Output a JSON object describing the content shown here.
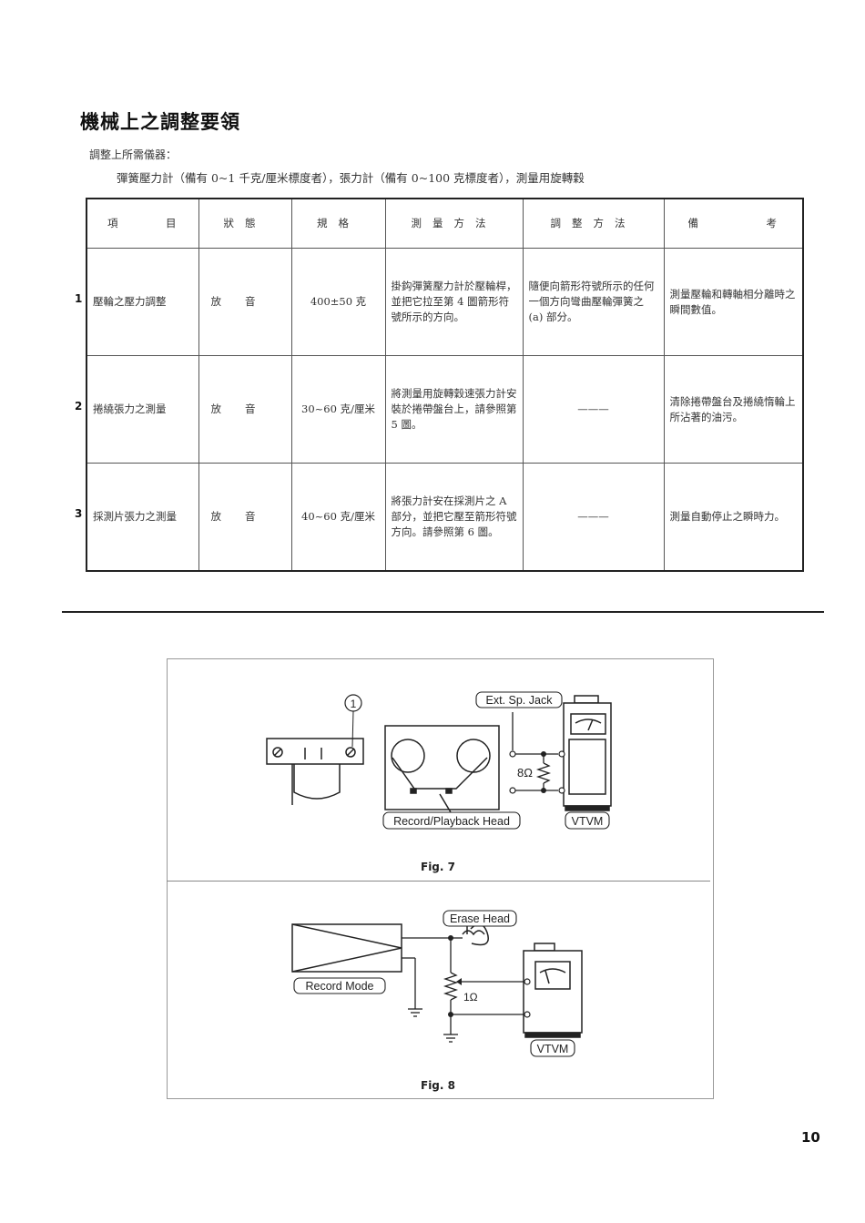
{
  "title": "機械上之調整要領",
  "requirements": {
    "label": "調整上所需儀器：",
    "text": "彈簧壓力計（備有 0~1 千克/厘米標度者），張力計（備有 0~100 克標度者），測量用旋轉穀"
  },
  "table": {
    "headers": {
      "item": [
        "項",
        "目"
      ],
      "state": "狀態",
      "spec": "規格",
      "measure": "測量方法",
      "adjust": "調整方法",
      "note": [
        "備",
        "考"
      ]
    },
    "rows": [
      {
        "num": "1",
        "item": "壓輪之壓力調整",
        "state": "放音",
        "spec": "400±50 克",
        "measure": "掛鈎彈簧壓力計於壓輪桿，並把它拉至第 4 圖箭形符號所示的方向。",
        "adjust": "隨便向箭形符號所示的任何一個方向彎曲壓輪彈簧之 (a) 部分。",
        "note": "測量壓輪和轉軸相分離時之瞬間數值。"
      },
      {
        "num": "2",
        "item": "捲繞張力之測量",
        "state": "放音",
        "spec": "30~60 克/厘米",
        "measure": "將測量用旋轉穀速張力計安裝於捲帶盤台上，請參照第 5 圖。",
        "adjust": "———",
        "note": "清除捲帶盤台及捲繞惰輪上所沾著的油污。"
      },
      {
        "num": "3",
        "item": "採測片張力之測量",
        "state": "放音",
        "spec": "40~60 克/厘米",
        "measure": "將張力計安在採測片之 A 部分，並把它壓至箭形符號方向。請參照第 6 圖。",
        "adjust": "———",
        "note": "測量自動停止之瞬時力。"
      }
    ]
  },
  "fig7": {
    "caption": "Fig. 7",
    "callout": "1",
    "ext_jack": "Ext. Sp. Jack",
    "resistor": "8Ω",
    "head": "Record/Playback Head",
    "meter": "VTVM"
  },
  "fig8": {
    "caption": "Fig. 8",
    "erase_head": "Erase Head",
    "mode": "Record Mode",
    "resistor": "1Ω",
    "meter": "VTVM"
  },
  "page_number": "10"
}
